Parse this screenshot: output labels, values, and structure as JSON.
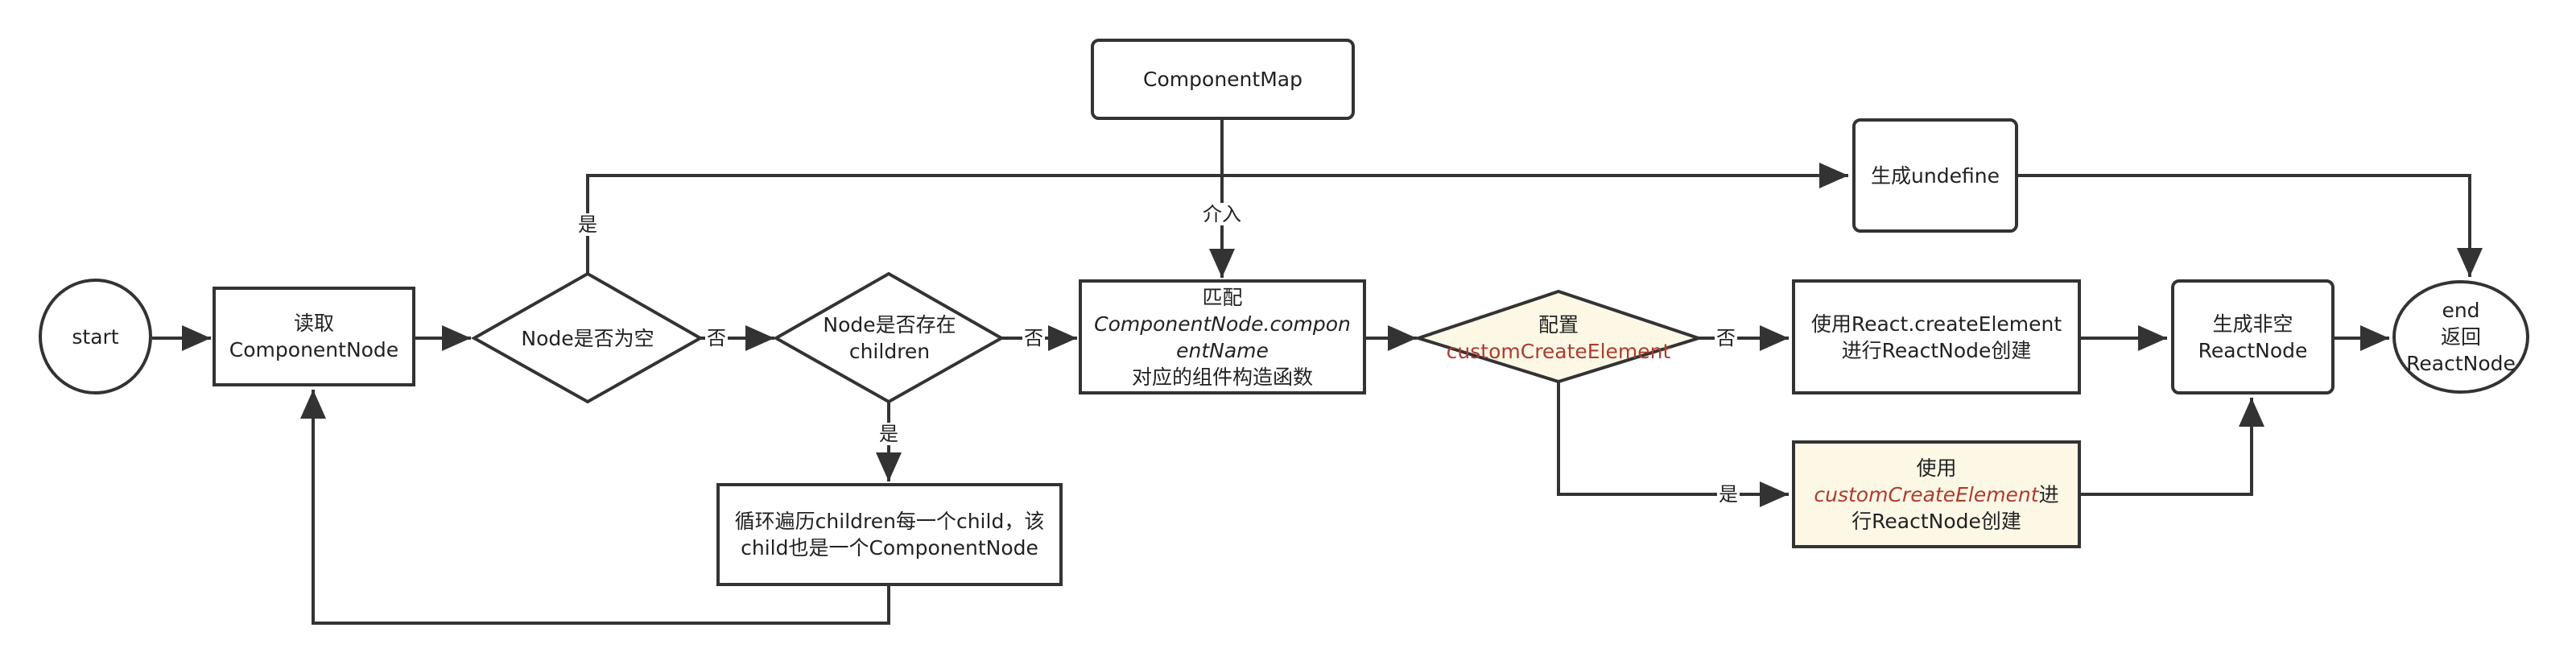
{
  "nodes": {
    "start": "start",
    "read_node": [
      "读取",
      "ComponentNode"
    ],
    "is_empty": "Node是否为空",
    "has_children": [
      "Node是否存在",
      "children"
    ],
    "match": {
      "line1": "匹配",
      "line2": "ComponentNode.compon",
      "line3": "entName",
      "line4": "对应的组件构造函数"
    },
    "component_map": "ComponentMap",
    "gen_undefined": "生成undefine",
    "config": {
      "line1": "配置",
      "line2": "customCreateElement"
    },
    "react_create": [
      "使用React.createElement",
      "进行ReactNode创建"
    ],
    "custom_create": {
      "line1": "使用",
      "line2_red": "customCreateElement",
      "line2_tail": "进",
      "line3": "行ReactNode创建"
    },
    "gen_nonempty": [
      "生成非空",
      "ReactNode"
    ],
    "end": [
      "end",
      "返回",
      "ReactNode"
    ],
    "loop": [
      "循环遍历children每一个child，该",
      "child也是一个ComponentNode"
    ]
  },
  "edge_labels": {
    "empty_yes": "是",
    "empty_no": "否",
    "children_no": "否",
    "children_yes": "是",
    "intervene": "介入",
    "config_no": "否",
    "config_yes": "是"
  },
  "colors": {
    "stroke": "#333333",
    "highlight_fill": "#fdf8e6",
    "accent_text": "#b03a2e"
  }
}
